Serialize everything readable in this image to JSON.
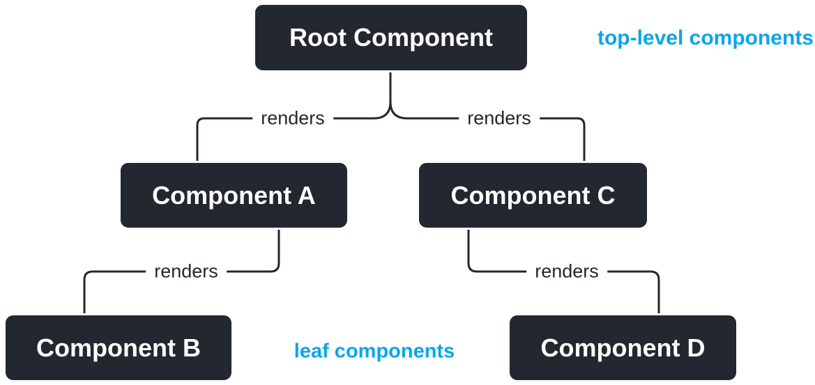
{
  "diagram": {
    "colors": {
      "background": "#ffffff",
      "node_fill": "#23272f",
      "node_border": "#ffffff",
      "node_text": "#ffffff",
      "edge_line": "#23272f",
      "edge_label_text": "#23272f",
      "annotation_blue": "#0ba5e9"
    },
    "nodes": [
      {
        "id": "root",
        "label": "Root Component"
      },
      {
        "id": "component-a",
        "label": "Component A"
      },
      {
        "id": "component-c",
        "label": "Component C"
      },
      {
        "id": "component-b",
        "label": "Component B"
      },
      {
        "id": "component-d",
        "label": "Component D"
      }
    ],
    "edges": [
      {
        "from": "root",
        "to": "component-a",
        "label": "renders"
      },
      {
        "from": "root",
        "to": "component-c",
        "label": "renders"
      },
      {
        "from": "component-a",
        "to": "component-b",
        "label": "renders"
      },
      {
        "from": "component-c",
        "to": "component-d",
        "label": "renders"
      }
    ],
    "annotations": [
      {
        "id": "top-level",
        "text": "top-level components"
      },
      {
        "id": "leaf",
        "text": "leaf components"
      }
    ]
  }
}
